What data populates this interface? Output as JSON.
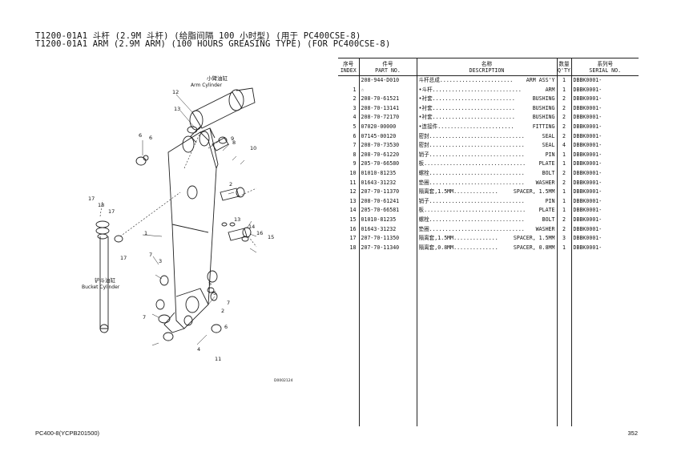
{
  "title_cn": "T1200-01A1 斗杆 (2.9M 斗杆) (给脂间隔 100 小时型) (用于 PC400CSE-8)",
  "title_en": "T1200-01A1 ARM (2.9M ARM) (100 HOURS GREASING TYPE) (FOR PC400CSE-8)",
  "table": {
    "headers": {
      "index_cn": "序号",
      "index_en": "INDEX",
      "part_cn": "件号",
      "part_en": "PART NO.",
      "desc_cn": "名称",
      "desc_en": "DESCRIPTION",
      "qty_cn": "数量",
      "qty_en": "Q'TY",
      "serial_cn": "系列号",
      "serial_en": "SERIAL NO."
    },
    "rows": [
      {
        "index": "",
        "part": "208-944-D010",
        "desc_cn": "斗杆总成.......................",
        "desc_en": "ARM ASS'Y",
        "qty": "1",
        "serial": "DBBK0001-"
      },
      {
        "index": "1",
        "part": "☆",
        "desc_cn": "•斗杆............................",
        "desc_en": "ARM",
        "qty": "1",
        "serial": "DBBK0001-"
      },
      {
        "index": "2",
        "part": "208-70-61521",
        "desc_cn": "•衬套..........................",
        "desc_en": "BUSHING",
        "qty": "2",
        "serial": "DBBK0001-"
      },
      {
        "index": "3",
        "part": "208-70-13141",
        "desc_cn": "•衬套..........................",
        "desc_en": "BUSHING",
        "qty": "2",
        "serial": "DBBK0001-"
      },
      {
        "index": "4",
        "part": "208-70-72170",
        "desc_cn": "•衬套..........................",
        "desc_en": "BUSHING",
        "qty": "2",
        "serial": "DBBK0001-"
      },
      {
        "index": "5",
        "part": "07020-00000",
        "desc_cn": "•连接件........................",
        "desc_en": "FITTING",
        "qty": "2",
        "serial": "DBBK0001-"
      },
      {
        "index": "6",
        "part": "07145-00120",
        "desc_cn": "密封..............................",
        "desc_en": "SEAL",
        "qty": "2",
        "serial": "DBBK0001-"
      },
      {
        "index": "7",
        "part": "208-70-73530",
        "desc_cn": "密封..............................",
        "desc_en": "SEAL",
        "qty": "4",
        "serial": "DBBK0001-"
      },
      {
        "index": "8",
        "part": "208-70-61220",
        "desc_cn": "销子..............................",
        "desc_en": "PIN",
        "qty": "1",
        "serial": "DBBK0001-"
      },
      {
        "index": "9",
        "part": "205-70-66580",
        "desc_cn": "板................................",
        "desc_en": "PLATE",
        "qty": "1",
        "serial": "DBBK0001-"
      },
      {
        "index": "10",
        "part": "01010-81235",
        "desc_cn": "螺栓..............................",
        "desc_en": "BOLT",
        "qty": "2",
        "serial": "DBBK0001-"
      },
      {
        "index": "11",
        "part": "01643-31232",
        "desc_cn": "垫圈..............................",
        "desc_en": "WASHER",
        "qty": "2",
        "serial": "DBBK0001-"
      },
      {
        "index": "12",
        "part": "207-70-11370",
        "desc_cn": "隔离套,1.5MM..............",
        "desc_en": "SPACER, 1.5MM",
        "qty": "1",
        "serial": "DBBK0001-"
      },
      {
        "index": "13",
        "part": "208-70-61241",
        "desc_cn": "销子..............................",
        "desc_en": "PIN",
        "qty": "1",
        "serial": "DBBK0001-"
      },
      {
        "index": "14",
        "part": "205-70-66581",
        "desc_cn": "板................................",
        "desc_en": "PLATE",
        "qty": "1",
        "serial": "DBBK0001-"
      },
      {
        "index": "15",
        "part": "01010-81235",
        "desc_cn": "螺栓..............................",
        "desc_en": "BOLT",
        "qty": "2",
        "serial": "DBBK0001-"
      },
      {
        "index": "16",
        "part": "01643-31232",
        "desc_cn": "垫圈..............................",
        "desc_en": "WASHER",
        "qty": "2",
        "serial": "DBBK0001-"
      },
      {
        "index": "17",
        "part": "207-70-11350",
        "desc_cn": "隔离套,1.5MM..............",
        "desc_en": "SPACER, 1.5MM",
        "qty": "3",
        "serial": "DBBK0001-"
      },
      {
        "index": "18",
        "part": "207-70-11340",
        "desc_cn": "隔离套,0.8MM..............",
        "desc_en": "SPACER, 0.8MM",
        "qty": "1",
        "serial": "DBBK0001-"
      }
    ]
  },
  "diagram": {
    "arm_cylinder_cn": "小臂油缸",
    "arm_cylinder_en": "Arm Cylinder",
    "bucket_cylinder_cn": "铲斗油缸",
    "bucket_cylinder_en": "Bucket Cylinder",
    "code": "D0002124",
    "callouts": [
      "12",
      "13",
      "6",
      "8",
      "9",
      "10",
      "17",
      "18",
      "17",
      "1",
      "2",
      "13",
      "14",
      "16",
      "15",
      "7",
      "3",
      "5",
      "7",
      "4",
      "2",
      "7",
      "5",
      "6",
      "11"
    ]
  },
  "footer": {
    "model": "PC400-8(YCPB201500)",
    "page": "352"
  }
}
